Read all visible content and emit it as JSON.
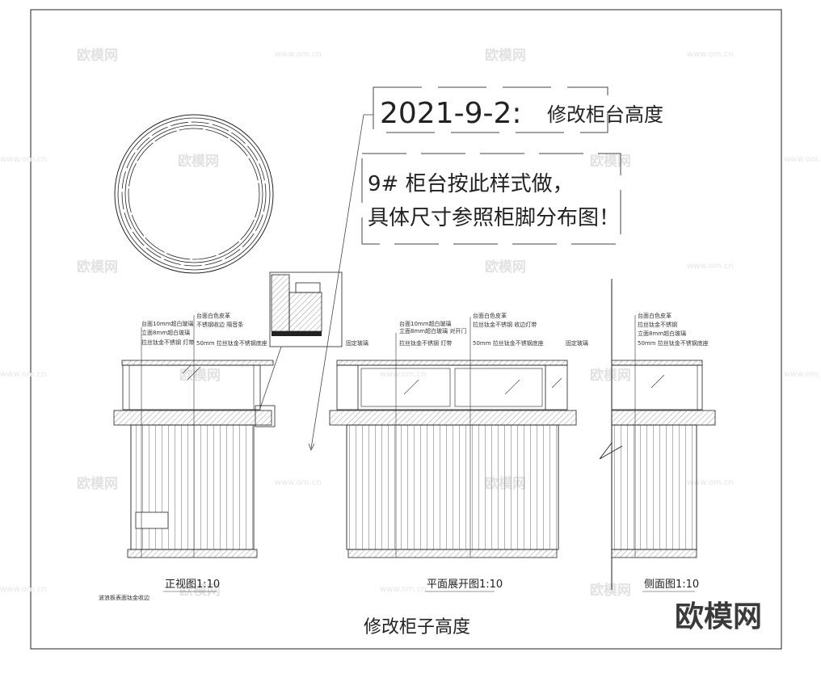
{
  "revision": {
    "date": "2021-9-2:",
    "title": "修改柜台高度",
    "line1": "9#  柜台按此样式做，",
    "line2": "具体尺寸参照柜脚分布图！"
  },
  "drawing_title": "修改柜子高度",
  "views": {
    "front": {
      "label": "正视图1:10",
      "notes": [
        "台面白色皮革",
        "不锈钢收边 隔音条",
        "台面10mm超白玻璃",
        "立面8mm超白玻璃",
        "拉丝钛金不锈钢 灯带",
        "50mm 拉丝钛金不锈钢底座"
      ],
      "bottom_note": "波浪板表面钛金收边"
    },
    "plan": {
      "label": "平面展开图1:10",
      "notes": [
        "台面白色皮革",
        "拉丝钛金不锈钢 收边灯带",
        "台面10mm超白玻璃",
        "立面8mm超白玻璃 对开门",
        "拉丝钛金不锈钢 灯带",
        "50mm 拉丝钛金不锈钢底座"
      ],
      "left_tag": "固定玻璃",
      "right_tag": "固定玻璃"
    },
    "side": {
      "label": "侧面图1:10",
      "notes": [
        "台面白色皮革",
        "拉丝钛金不锈钢",
        "立面8mm超白玻璃",
        "50mm 拉丝钛金不锈钢底座"
      ]
    }
  },
  "watermark": {
    "brand": "欧模网",
    "url": "www.om.cn"
  },
  "logo_text": "欧模网"
}
